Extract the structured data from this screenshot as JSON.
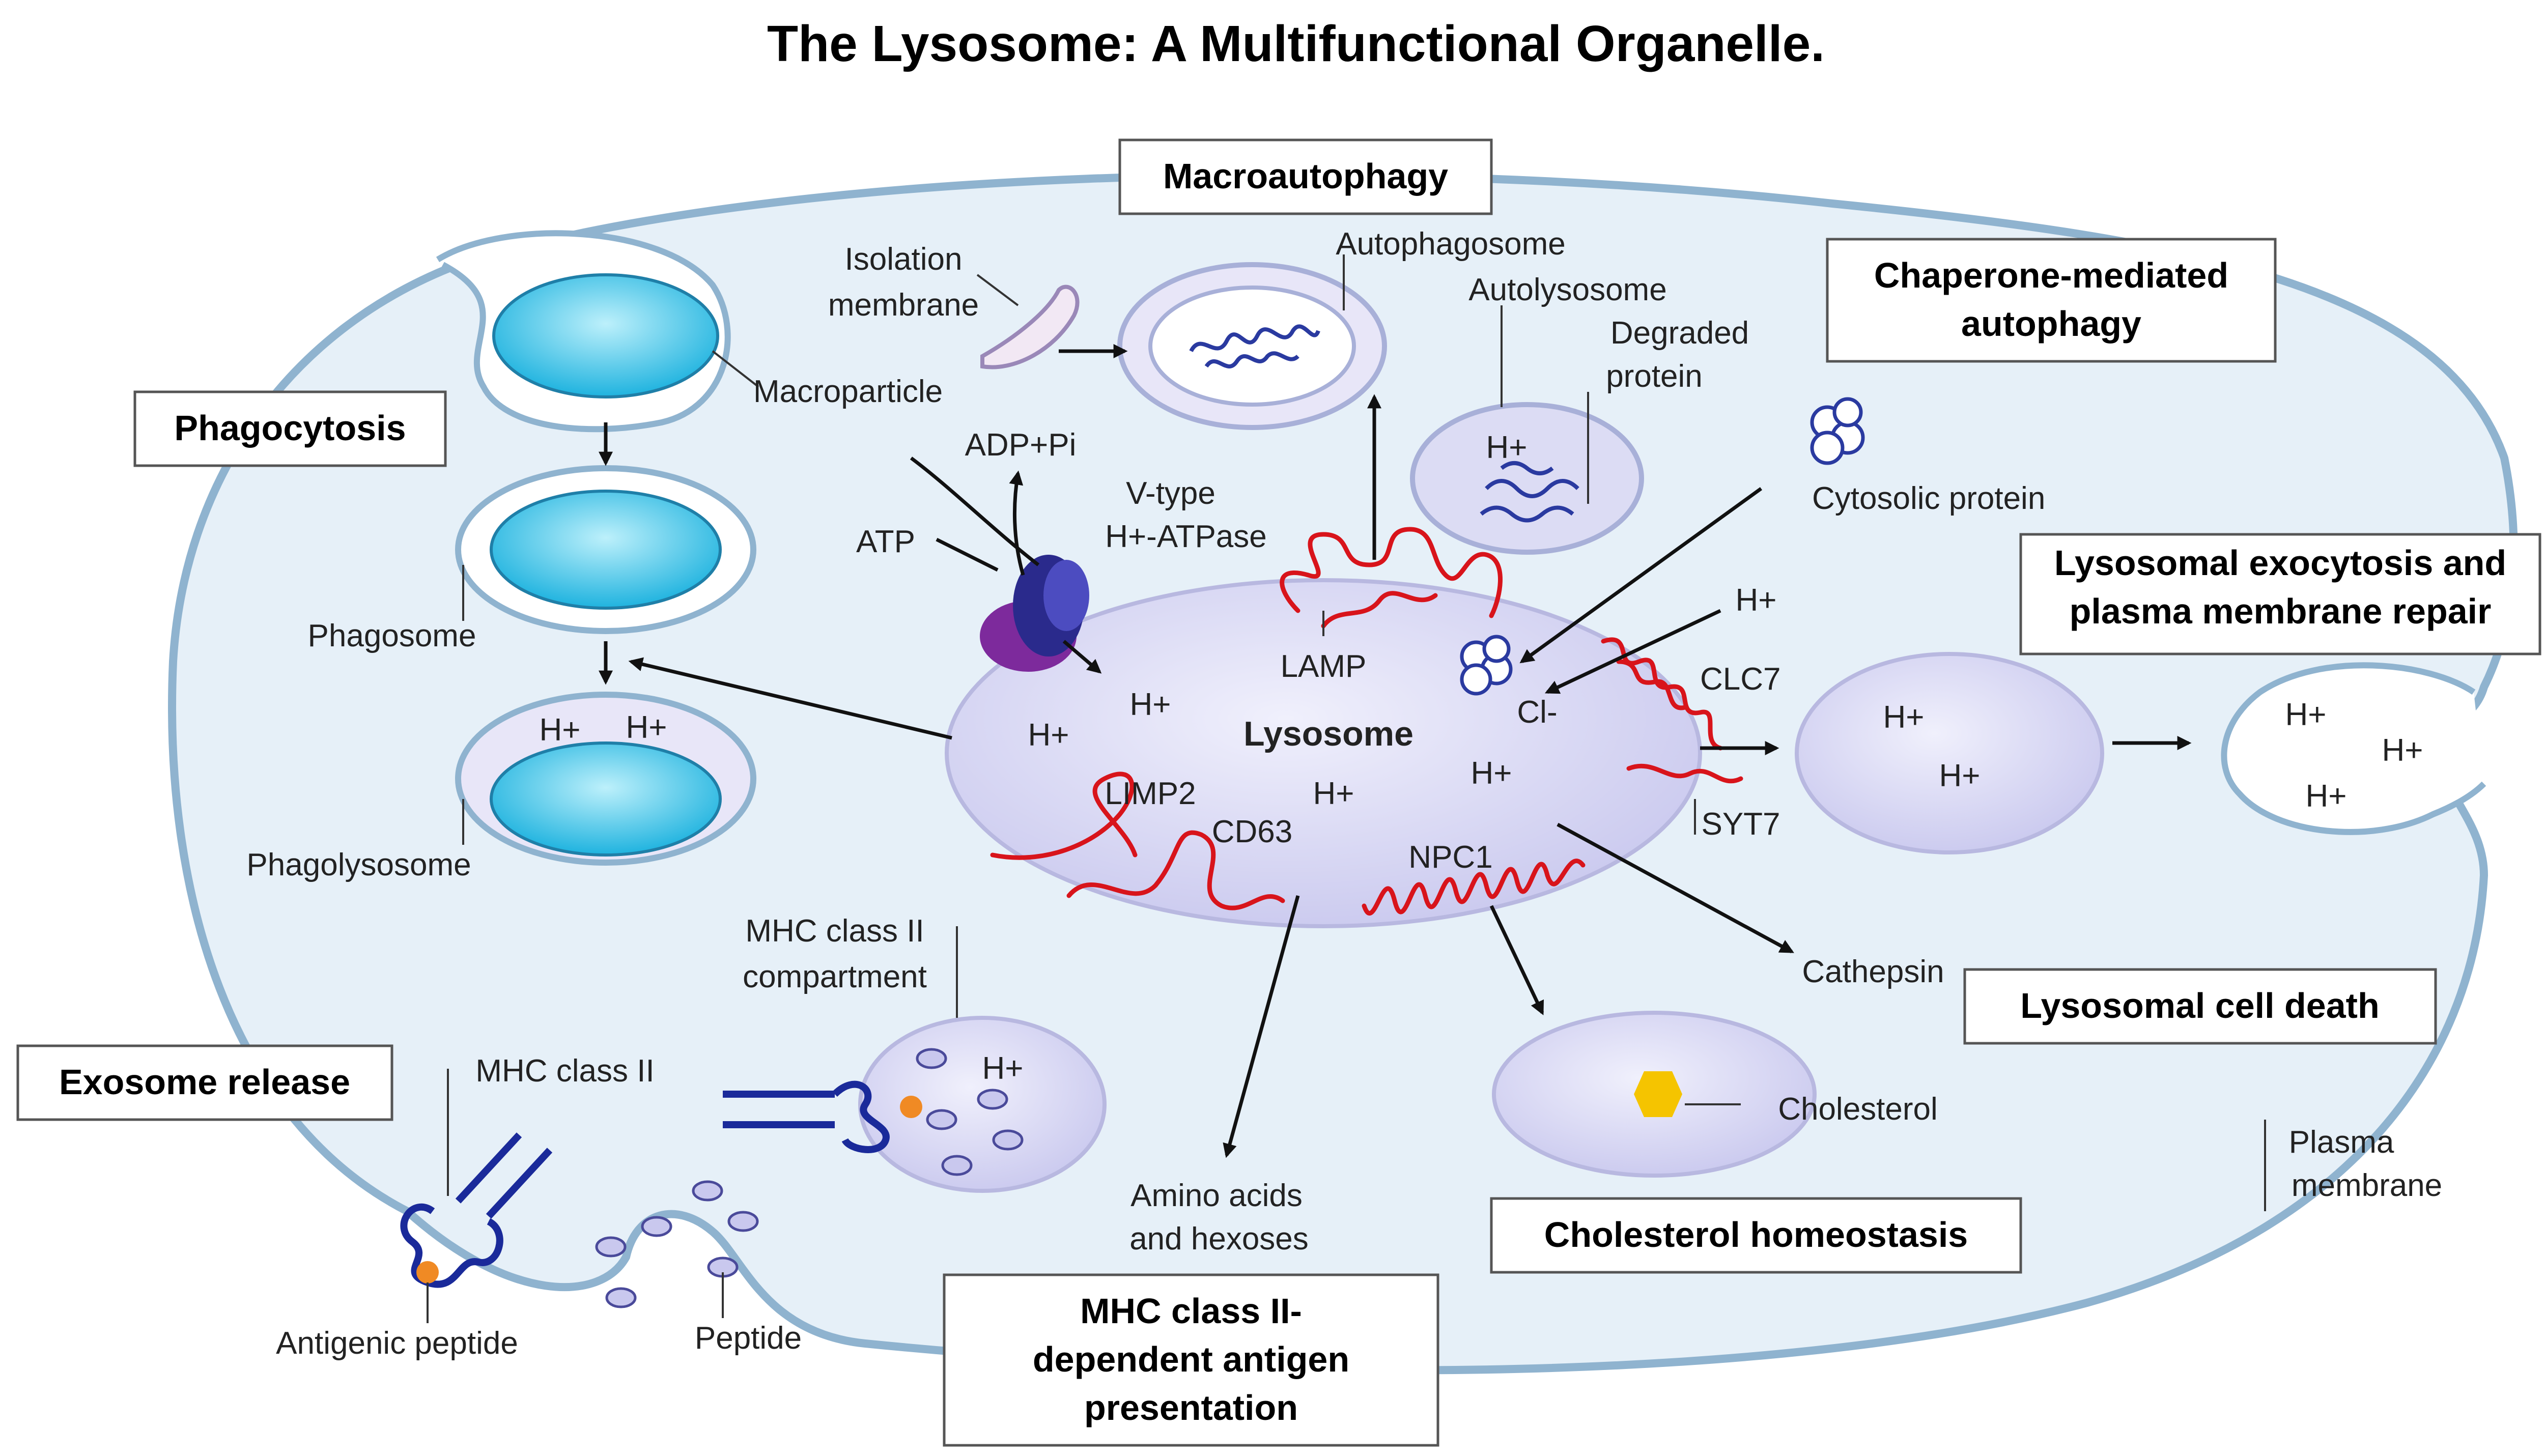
{
  "title": "The Lysosome: A Multifunctional Organelle.",
  "boxes": {
    "macroautophagy": "Macroautophagy",
    "chaperone_line1": "Chaperone-mediated",
    "chaperone_line2": "autophagy",
    "phagocytosis": "Phagocytosis",
    "exocytosis_line1": "Lysosomal exocytosis and",
    "exocytosis_line2": "plasma membrane repair",
    "cell_death": "Lysosomal cell death",
    "exosome": "Exosome release",
    "cholesterol_homeostasis": "Cholesterol homeostasis",
    "mhc_line1": "MHC class II-",
    "mhc_line2": "dependent antigen",
    "mhc_line3": "presentation"
  },
  "labels": {
    "isolation_line1": "Isolation",
    "isolation_line2": "membrane",
    "autophagosome": "Autophagosome",
    "autolysosome": "Autolysosome",
    "degraded_line1": "Degraded",
    "degraded_line2": "protein",
    "macroparticle": "Macroparticle",
    "adp": "ADP+Pi",
    "vtype_line1": "V-type",
    "vtype_line2": "H+-ATPase",
    "atp": "ATP",
    "cytosolic": "Cytosolic protein",
    "phagosome": "Phagosome",
    "lamp": "LAMP",
    "clc7": "CLC7",
    "cl": "Cl-",
    "lysosome": "Lysosome",
    "phagolysosome": "Phagolysosome",
    "limp2": "LIMP2",
    "cd63": "CD63",
    "npc1": "NPC1",
    "syt7": "SYT7",
    "mhc_comp_line1": "MHC class II",
    "mhc_comp_line2": "compartment",
    "cathepsin": "Cathepsin",
    "mhc_class2": "MHC class II",
    "cholesterol": "Cholesterol",
    "plasma_line1": "Plasma",
    "plasma_line2": "membrane",
    "amino_line1": "Amino acids",
    "amino_line2": "and hexoses",
    "antigenic": "Antigenic peptide",
    "peptide": "Peptide",
    "hplus": "H+"
  },
  "colors": {
    "cell_fill": "#e6f0f8",
    "cell_stroke": "#8fb3cf",
    "lysosome_fill": "#dcdcf4",
    "particle_fill": "#3cc6ea",
    "protein_red": "#d8141b",
    "atpase_blue": "#2a2a8c",
    "atpase_purple": "#7d2a9c",
    "cholesterol": "#f5c400",
    "peptide_orange": "#f08a24"
  }
}
